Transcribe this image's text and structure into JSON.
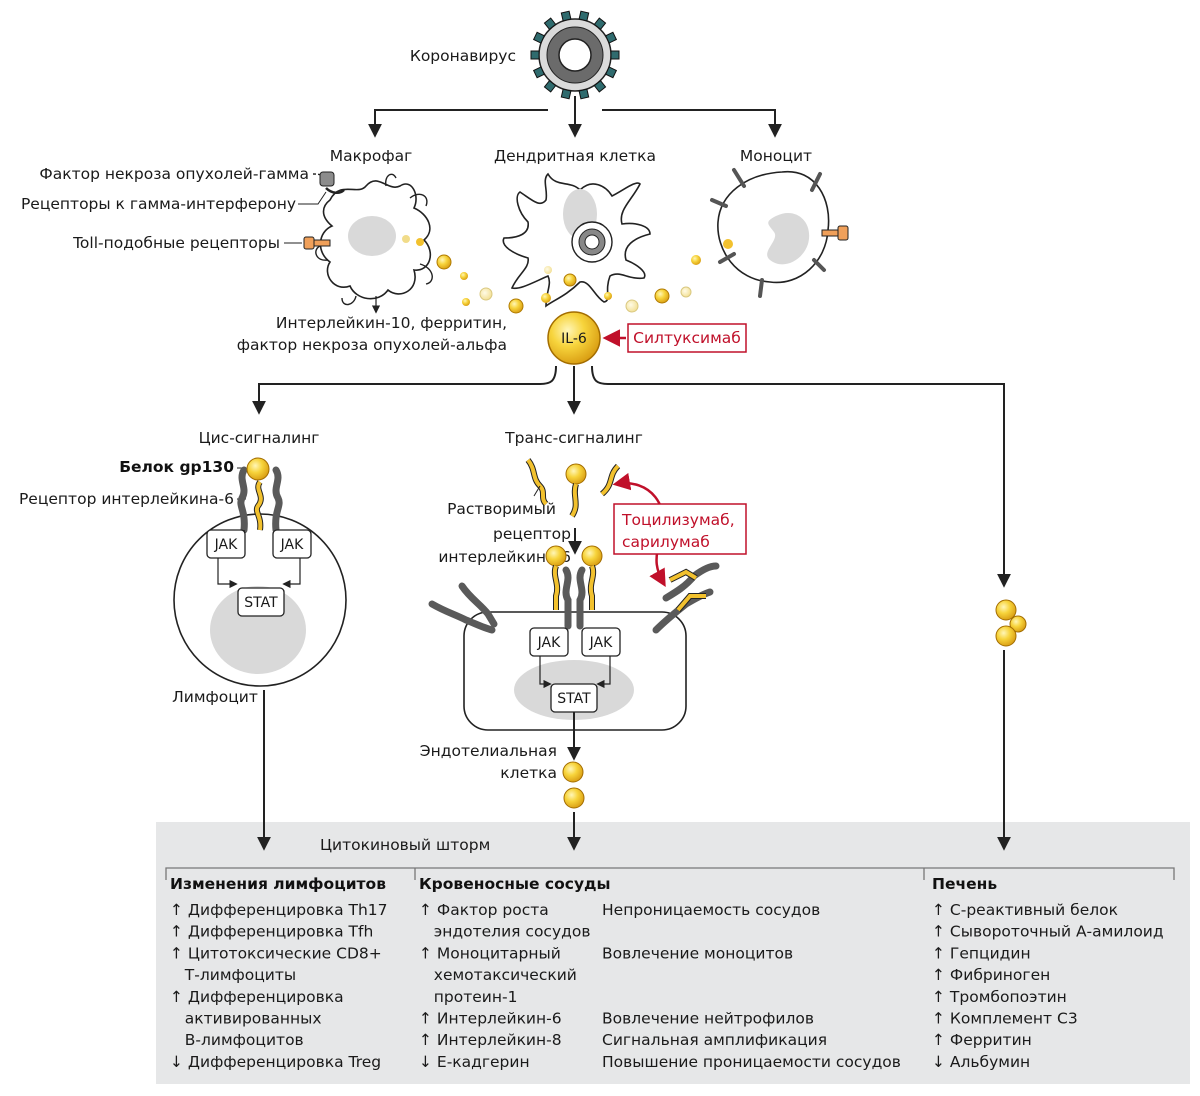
{
  "top": {
    "virus": "Коронавирус",
    "macrophage": "Макрофаг",
    "dendritic": "Дендритная клетка",
    "monocyte": "Моноцит",
    "tnf_gamma": "Фактор некроза опухолей-гамма",
    "ifn_receptors": "Рецепторы к гамма-интерферону",
    "toll_receptors": "Toll-подобные рецепторы",
    "macrophage_products_1": "Интерлейкин-10, ферритин,",
    "macrophage_products_2": "фактор некроза опухолей-альфа",
    "il6": "IL-6",
    "siltuximab": "Силтуксимаб"
  },
  "signaling": {
    "cis": "Цис-сигналинг",
    "trans": "Транс-сигналинг",
    "gp130": "Белок gp130",
    "il6_receptor": "Рецептор интерлейкина-6",
    "soluble_receptor_1": "Растворимый",
    "soluble_receptor_2": "рецептор",
    "soluble_receptor_3": "интерлейкина-6",
    "tocilizumab_1": "Тоцилизумаб,",
    "tocilizumab_2": "сарилумаб",
    "jak": "JAK",
    "stat": "STAT",
    "lymphocyte": "Лимфоцит",
    "endothelial_1": "Эндотелиальная",
    "endothelial_2": "клетка"
  },
  "storm": {
    "title": "Цитокиновый шторм",
    "lymph": {
      "header": "Изменения лимфоцитов",
      "lines": [
        "↑ Дифференцировка Th17",
        "↑ Дифференцировка Tfh",
        "↑ Цитотоксические CD8+",
        "   Т-лимфоциты",
        "↑ Дифференцировка",
        "   активированных",
        "   В-лимфоцитов",
        "↓ Дифференцировка Treg"
      ]
    },
    "vessels": {
      "header": "Кровеносные сосуды",
      "left": [
        "↑ Фактор роста",
        "   эндотелия сосудов",
        "↑ Моноцитарный",
        "   хемотаксический",
        "   протеин-1",
        "↑ Интерлейкин-6",
        "↑ Интерлейкин-8",
        "↓ Е-кадгерин"
      ],
      "right": [
        "Непроницаемость сосудов",
        "",
        "Вовлечение моноцитов",
        "",
        "",
        "Вовлечение нейтрофилов",
        "Сигнальная амплификация",
        "Повышение проницаемости сосудов"
      ]
    },
    "liver": {
      "header": "Печень",
      "lines": [
        "↑ С-реактивный белок",
        "↑ Сывороточный А-амилоид",
        "↑ Гепцидин",
        "↑ Фибриноген",
        "↑ Тромбопоэтин",
        "↑ Комплемент С3",
        "↑ Ферритин",
        "↓ Альбумин"
      ]
    }
  },
  "colors": {
    "yellow": "#f2c12e",
    "red": "#c0102a",
    "gray_panel": "#e6e7e8",
    "nucleus": "#d9d9d9"
  }
}
